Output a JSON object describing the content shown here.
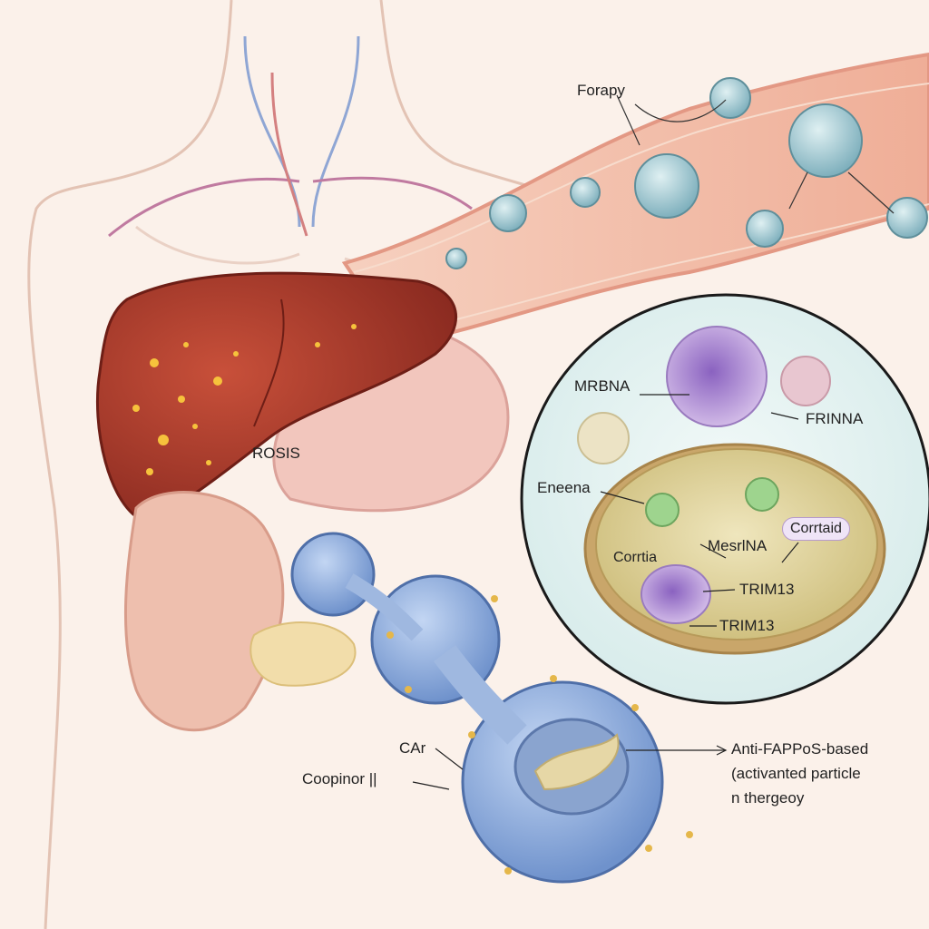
{
  "labels": {
    "top": "Forapy",
    "liver": "ROSIS",
    "mrna_left": "MRBNA",
    "frnna": "FRINNA",
    "eneena": "Eneena",
    "corrtia": "Corrtia",
    "mesrna": "MesrlNA",
    "corrtaid": "Corrtaid",
    "trim13_a": "TRIM13",
    "trim13_b": "TRIM13",
    "car": "CAr",
    "coopinor": "Coopinor ||",
    "anti_line1": "Anti-FAPPoS-based",
    "anti_line2": "(activanted particle",
    "anti_line3": "n thergeoy"
  },
  "colors": {
    "background": "#fbf1ea",
    "liver": "#a83a2c",
    "vessel": "#f0b8a0",
    "nanoparticle": "#9fc6d0",
    "car_cell": "#8eaee0",
    "inset_border": "#1a1a1a",
    "cell_body": "#e4d7a0"
  }
}
